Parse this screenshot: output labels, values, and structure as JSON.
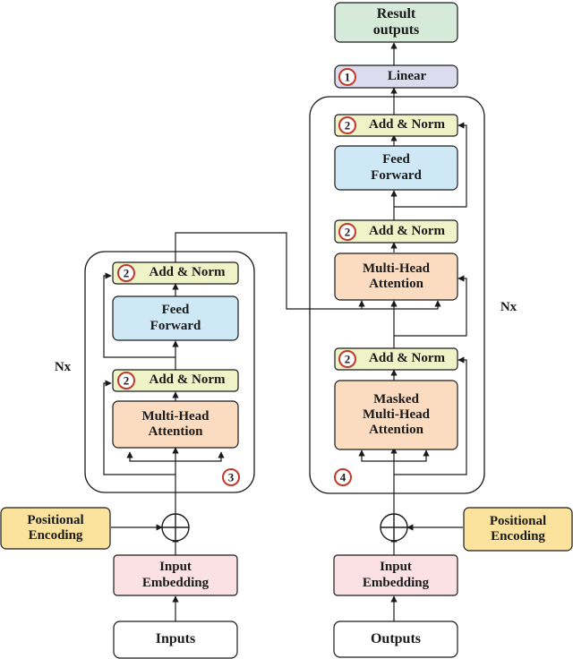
{
  "colors": {
    "output_box": "#d5ead9",
    "linear_box": "#dddcef",
    "norm_box": "#eef3c8",
    "attention_box": "#fbdcc0",
    "ffn_box": "#cfe8f6",
    "embedding_box": "#fbe0e4",
    "posenc_box": "#fbe39e",
    "badge_ring": "#c0392b",
    "line": "#1a1a1a"
  },
  "encoder": {
    "add_norm_top": {
      "badge": "2",
      "label": "Add & Norm"
    },
    "feed_forward": {
      "label": "Feed\nForward"
    },
    "add_norm_bottom": {
      "badge": "2",
      "label": "Add & Norm"
    },
    "attention": {
      "label": "Multi-Head\nAttention"
    },
    "repeat_label": "Nx",
    "badge": "3"
  },
  "decoder": {
    "add_norm_top": {
      "badge": "2",
      "label": "Add & Norm"
    },
    "feed_forward": {
      "label": "Feed\nForward"
    },
    "add_norm_mid": {
      "badge": "2",
      "label": "Add & Norm"
    },
    "cross_attention": {
      "label": "Multi-Head\nAttention"
    },
    "add_norm_bottom": {
      "badge": "2",
      "label": "Add & Norm"
    },
    "masked_attention": {
      "label": "Masked\nMulti-Head\nAttention"
    },
    "repeat_label": "Nx",
    "badge": "4"
  },
  "top": {
    "result": "Result\noutputs",
    "linear": {
      "badge": "1",
      "label": "Linear"
    }
  },
  "inputs_side": {
    "positional_encoding": "Positional\nEncoding",
    "embedding": "Input\nEmbedding",
    "source": "Inputs"
  },
  "outputs_side": {
    "positional_encoding": "Positional\nEncoding",
    "embedding": "Input\nEmbedding",
    "source": "Outputs"
  }
}
